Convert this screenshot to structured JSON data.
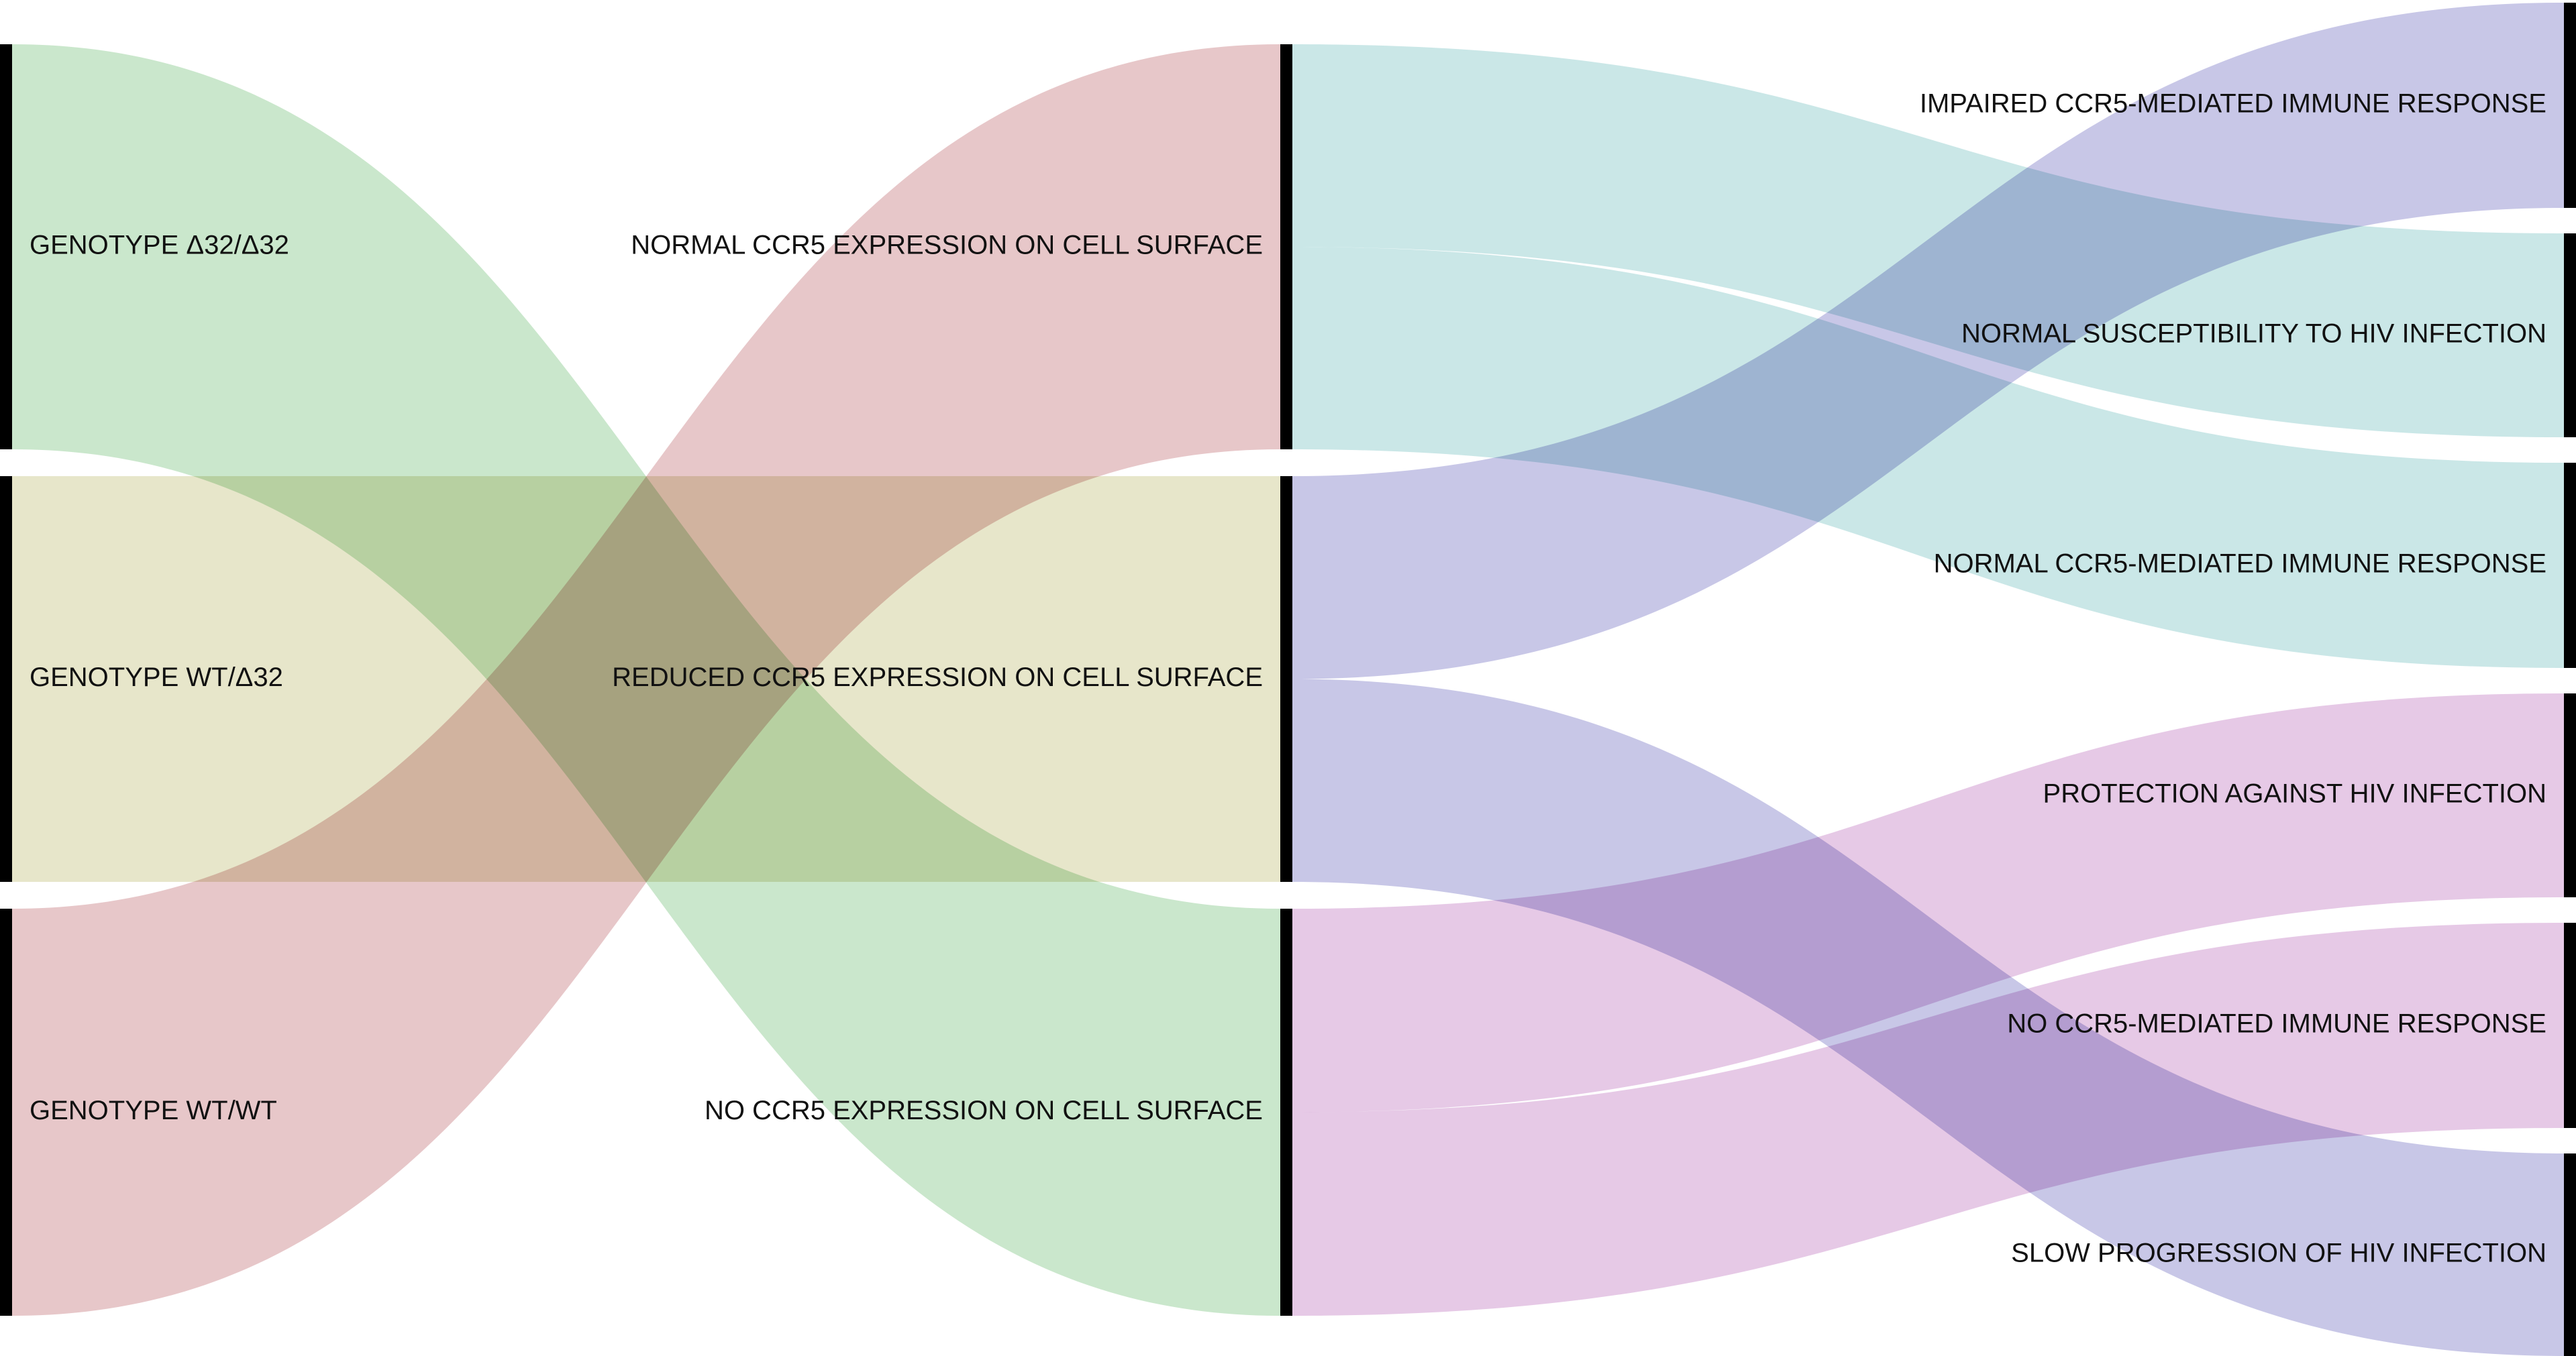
{
  "chart_data": {
    "type": "sankey",
    "colors": {
      "green": "#c5e5c8",
      "olive": "#e5e4c5",
      "red": "#e5c2c4",
      "teal": "#c5e5e5",
      "blue": "#c3c2e5",
      "pink": "#e4c4e4",
      "node_bar": "#000000"
    },
    "nodes": [
      {
        "id": "n0",
        "label": "GENOTYPE Δ32/Δ32"
      },
      {
        "id": "n1",
        "label": "GENOTYPE WT/Δ32"
      },
      {
        "id": "n2",
        "label": "GENOTYPE WT/WT"
      },
      {
        "id": "n3",
        "label": "NORMAL CCR5 EXPRESSION ON CELL SURFACE"
      },
      {
        "id": "n4",
        "label": "REDUCED CCR5 EXPRESSION ON CELL SURFACE"
      },
      {
        "id": "n5",
        "label": "NO CCR5 EXPRESSION ON CELL SURFACE"
      },
      {
        "id": "n6",
        "label": "IMPAIRED CCR5-MEDIATED IMMUNE RESPONSE"
      },
      {
        "id": "n7",
        "label": "NORMAL SUSCEPTIBILITY TO HIV INFECTION"
      },
      {
        "id": "n8",
        "label": "NORMAL CCR5-MEDIATED IMMUNE RESPONSE"
      },
      {
        "id": "n9",
        "label": "PROTECTION AGAINST HIV INFECTION"
      },
      {
        "id": "n10",
        "label": "NO CCR5-MEDIATED IMMUNE RESPONSE"
      },
      {
        "id": "n11",
        "label": "SLOW PROGRESSION OF HIV INFECTION"
      }
    ],
    "links": [
      {
        "source": "n0",
        "target": "n5",
        "value": 1,
        "color": "green"
      },
      {
        "source": "n1",
        "target": "n4",
        "value": 1,
        "color": "olive"
      },
      {
        "source": "n2",
        "target": "n3",
        "value": 1,
        "color": "red"
      },
      {
        "source": "n3",
        "target": "n7",
        "value": 0.5,
        "color": "teal"
      },
      {
        "source": "n3",
        "target": "n8",
        "value": 0.5,
        "color": "teal"
      },
      {
        "source": "n4",
        "target": "n6",
        "value": 0.5,
        "color": "blue"
      },
      {
        "source": "n4",
        "target": "n11",
        "value": 0.5,
        "color": "blue"
      },
      {
        "source": "n5",
        "target": "n9",
        "value": 0.5,
        "color": "pink"
      },
      {
        "source": "n5",
        "target": "n10",
        "value": 0.5,
        "color": "pink"
      }
    ]
  }
}
